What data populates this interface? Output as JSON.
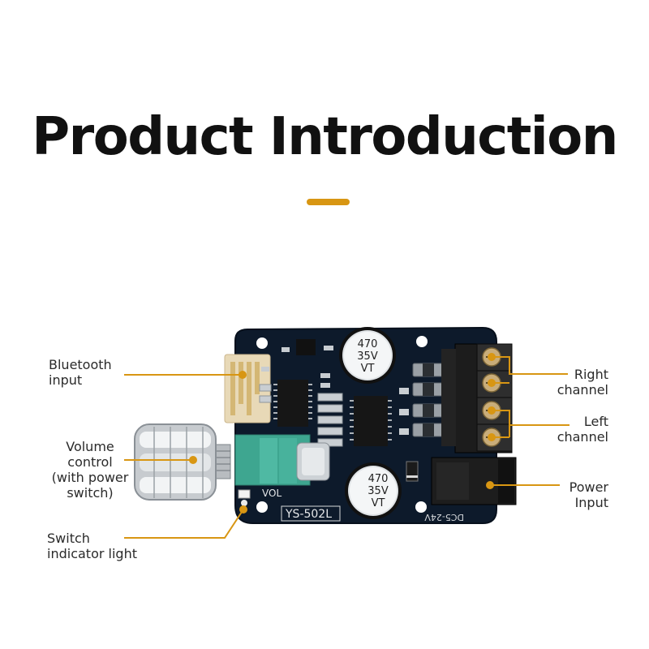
{
  "title": "Product Introduction",
  "accent_color": "#d89613",
  "labels": {
    "bluetooth": [
      "Bluetooth",
      "input"
    ],
    "volume": [
      "Volume",
      "control",
      "(with power",
      "switch)"
    ],
    "switch_light": [
      "Switch",
      "indicator light"
    ],
    "right_channel": [
      "Right",
      "channel"
    ],
    "left_channel": [
      "Left",
      "channel"
    ],
    "power": [
      "Power",
      "Input"
    ]
  },
  "board": {
    "model": "YS-502L",
    "vol_label": "VOL",
    "power_spec": "DC5-24V",
    "capacitor_top": [
      "470",
      "35V",
      "VT"
    ],
    "capacitor_bottom": [
      "470",
      "35V",
      "VT"
    ]
  }
}
